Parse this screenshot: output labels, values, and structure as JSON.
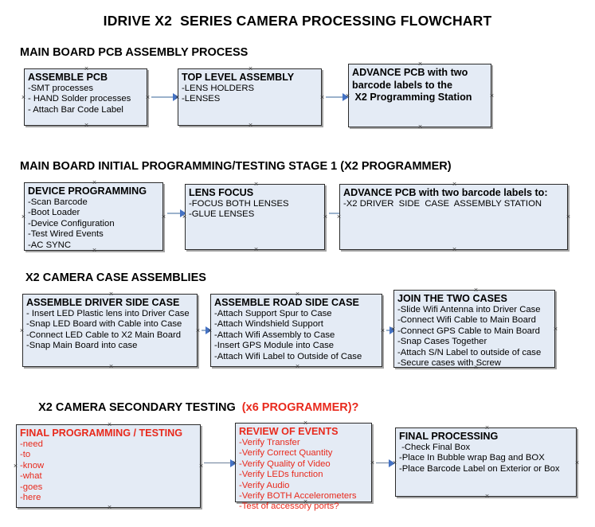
{
  "document": {
    "title": "IDRIVE X2  SERIES CAMERA PROCESSING FLOWCHART",
    "accent_red": "#e8291c",
    "node_fill": "#e4ebf5",
    "connector_color": "#9bb2cc",
    "arrow_color": "#4472c4"
  },
  "sections": [
    {
      "id": "s1",
      "title": "MAIN BOARD PCB ASSEMBLY PROCESS",
      "accent": ""
    },
    {
      "id": "s2",
      "title": "MAIN BOARD INITIAL PROGRAMMING/TESTING STAGE 1 (X2 PROGRAMMER)",
      "accent": ""
    },
    {
      "id": "s3",
      "title": "X2 CAMERA CASE ASSEMBLIES",
      "accent": ""
    },
    {
      "id": "s4",
      "title": "X2 CAMERA SECONDARY TESTING  ",
      "accent": "(x6 PROGRAMMER)?"
    }
  ],
  "nodes": {
    "assemble_pcb": {
      "title": "ASSEMBLE PCB",
      "lines": [
        "-SMT processes",
        "- HAND Solder processes",
        "- Attach Bar Code Label"
      ]
    },
    "top_level_assembly": {
      "title": "TOP LEVEL ASSEMBLY",
      "lines": [
        "-LENS HOLDERS",
        "-LENSES"
      ]
    },
    "advance_pcb_1": {
      "title": "ADVANCE PCB with two\nbarcode labels to the\n X2 Programming Station",
      "lines": []
    },
    "device_programming": {
      "title": "DEVICE PROGRAMMING",
      "lines": [
        "-Scan Barcode",
        "-Boot Loader",
        "-Device Configuration",
        "-Test Wired Events",
        "-AC SYNC"
      ]
    },
    "lens_focus": {
      "title": "LENS FOCUS",
      "lines": [
        "-FOCUS BOTH LENSES",
        "-GLUE LENSES"
      ]
    },
    "advance_pcb_2": {
      "title": "ADVANCE PCB with two barcode labels to:",
      "lines": [
        "-X2 DRIVER  SIDE  CASE  ASSEMBLY STATION"
      ]
    },
    "assemble_driver_side_case": {
      "title": "ASSEMBLE DRIVER SIDE CASE",
      "lines": [
        "- Insert LED Plastic lens into Driver Case",
        "-Snap LED Board with Cable into Case",
        "-Connect LED Cable to X2 Main Board",
        "-Snap Main Board into case"
      ]
    },
    "assemble_road_side_case": {
      "title": "ASSEMBLE ROAD SIDE CASE",
      "lines": [
        "-Attach Support Spur to Case",
        "-Attach Windshield Support",
        "-Attach Wifi Assembly to Case",
        "-Insert GPS Module into Case",
        "-Attach Wifi Label to Outside of Case"
      ]
    },
    "join_the_two_cases": {
      "title": "JOIN THE TWO CASES",
      "lines": [
        "-Slide Wifi Antenna into Driver Case",
        "-Connect Wifi Cable to Main Board",
        "-Connect GPS Cable to Main Board",
        "-Snap Cases Together",
        "-Attach S/N Label to outside of case",
        "-Secure cases with Screw"
      ]
    },
    "final_programming_testing": {
      "title": "FINAL PROGRAMMING / TESTING",
      "lines": [
        "-need",
        "-to",
        "-know",
        "-what",
        "-goes",
        "-here"
      ]
    },
    "review_of_events": {
      "title": "REVIEW OF EVENTS",
      "lines": [
        "-Verify Transfer",
        "-Verify Correct Quantity",
        "-Verify Quality of Video",
        "-Verify LEDs function",
        "-Verify Audio",
        "-Verify BOTH Accelerometers",
        "-Test of accessory ports?"
      ]
    },
    "final_processing": {
      "title": "FINAL PROCESSING",
      "lines": [
        " -Check Final Box",
        "-Place In Bubble wrap Bag and BOX",
        "-Place Barcode Label on Exterior or Box"
      ]
    }
  }
}
